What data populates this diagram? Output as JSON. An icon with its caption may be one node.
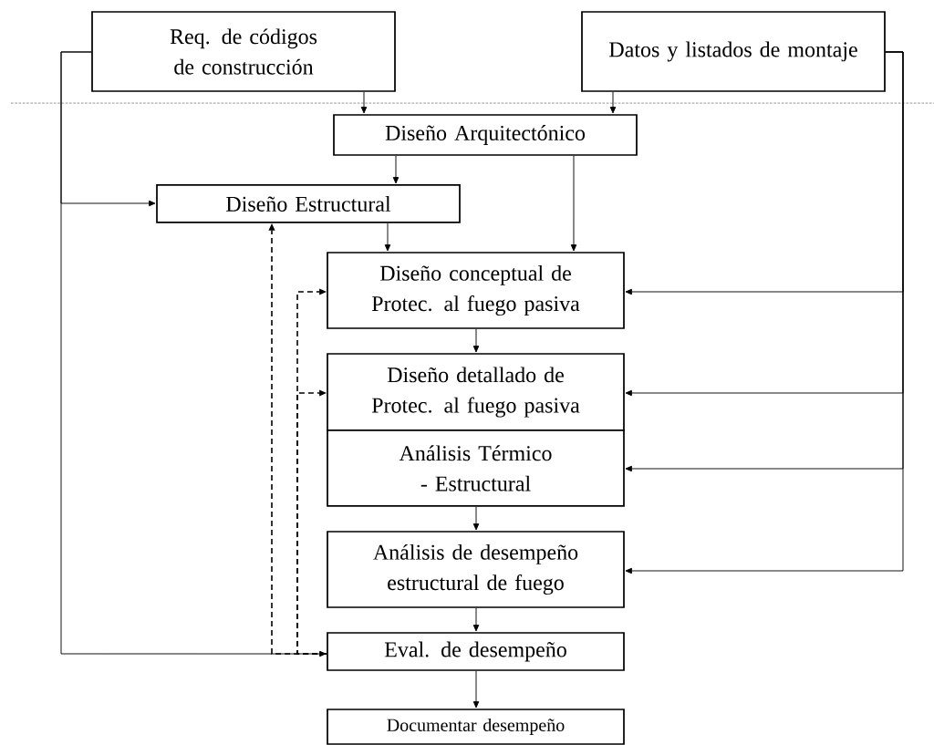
{
  "diagram": {
    "nodes": [
      {
        "text": [
          "Req. de códigos de construcción"
        ]
      },
      {
        "text": [
          "Datos y listados de montaje"
        ]
      },
      {
        "text": [
          "Diseño Arquitectónico"
        ]
      },
      {
        "text": [
          "Diseño Estructural"
        ]
      },
      {
        "text": [
          "Diseño conceptual de Protec. al fuego pasiva"
        ]
      },
      {
        "text": [
          "Diseño detallado de Protec. al fuego pasiva"
        ]
      },
      {
        "text": [
          "Análisis Térmico - Estructural"
        ]
      },
      {
        "text": [
          "Análisis de desempeño estructural de fuego"
        ]
      },
      {
        "text": [
          "Eval. de desempeño"
        ]
      },
      {
        "text": [
          "Documentar desempeño"
        ]
      }
    ],
    "edges": [
      {
        "from": 0,
        "to": 2,
        "arrow": "to"
      },
      {
        "from": 1,
        "to": 2,
        "arrow": "to"
      },
      {
        "from": 0,
        "to": 3,
        "arrow": "to"
      },
      {
        "from": 0,
        "to": 8,
        "arrow": "to"
      },
      {
        "from": 2,
        "to": 3,
        "arrow": "to"
      },
      {
        "from": 2,
        "to": 4,
        "arrow": "to"
      },
      {
        "from": 3,
        "to": 4,
        "arrow": "to"
      },
      {
        "from": 1,
        "to": 4,
        "arrow": "to"
      },
      {
        "from": 4,
        "to": 5,
        "arrow": "to"
      },
      {
        "from": 1,
        "to": 5,
        "arrow": "to"
      },
      {
        "from": 1,
        "to": 6,
        "arrow": "to"
      },
      {
        "from": 6,
        "to": 7,
        "arrow": "to"
      },
      {
        "from": 1,
        "to": 7,
        "arrow": "to"
      },
      {
        "from": 7,
        "to": 8,
        "arrow": "to"
      },
      {
        "from": 8,
        "to": 9,
        "arrow": "to"
      },
      {
        "from": 8,
        "to": 3,
        "arrow": "to",
        "style": "dashed"
      },
      {
        "from": 8,
        "to": 4,
        "arrow": "to",
        "style": "dashed"
      },
      {
        "from": 8,
        "to": 5,
        "arrow": "to",
        "style": "dashed"
      }
    ]
  }
}
